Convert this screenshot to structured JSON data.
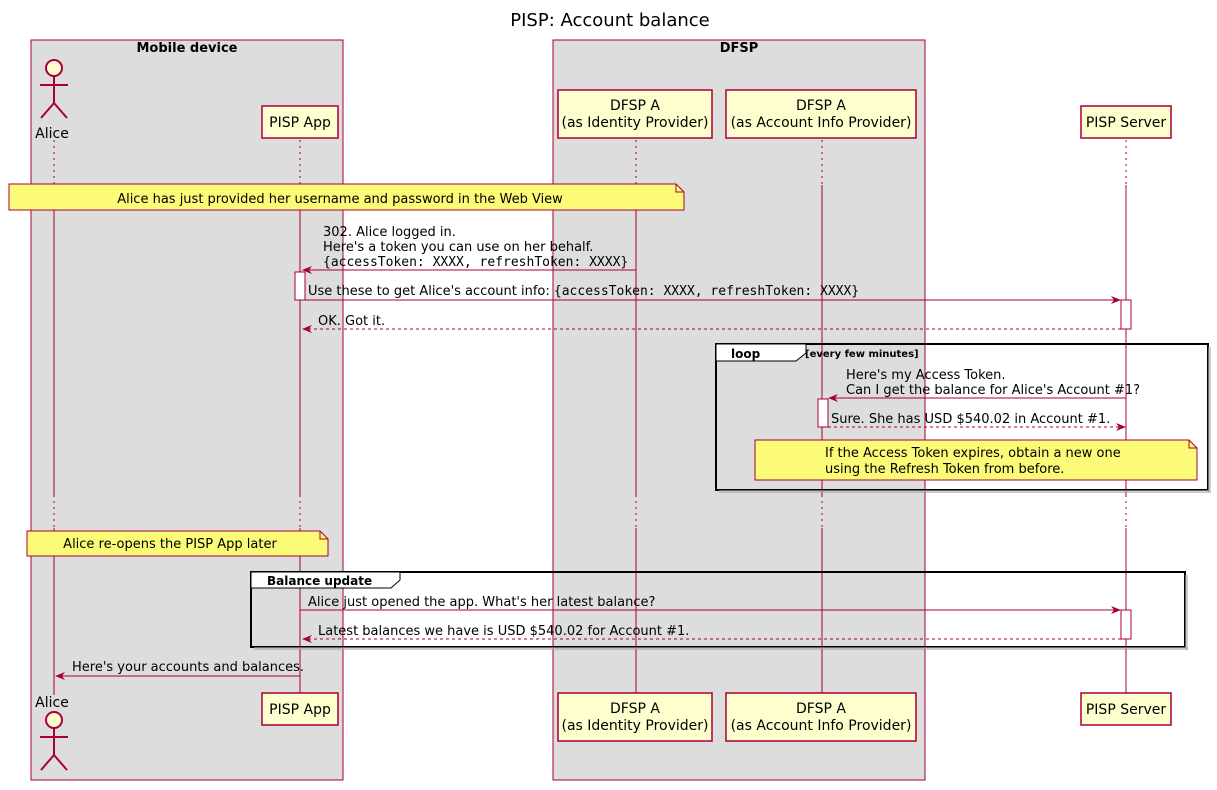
{
  "title": "PISP: Account balance",
  "boxes": {
    "mobile": "Mobile device",
    "dfsp": "DFSP"
  },
  "participants": {
    "alice": "Alice",
    "pisp_app": "PISP App",
    "idp_line1": "DFSP A",
    "idp_line2": "(as Identity Provider)",
    "aip_line1": "DFSP A",
    "aip_line2": "(as Account Info Provider)",
    "pisp_server": "PISP Server"
  },
  "notes": {
    "username": "Alice has just provided her username and password in the Web View",
    "refresh_line1": "If the Access Token expires, obtain a new one",
    "refresh_line2": "using the Refresh Token from before.",
    "reopen": "Alice re-opens the PISP App later"
  },
  "messages": {
    "m1_line1": "302. Alice logged in.",
    "m1_line2": "Here's a token you can use on her behalf.",
    "m1_line3": "{accessToken: XXXX, refreshToken: XXXX}",
    "m2_prefix": "Use these to get Alice's account info: ",
    "m2_code": "{accessToken: XXXX, refreshToken: XXXX}",
    "m3": "OK. Got it.",
    "m4_line1": "Here's my Access Token.",
    "m4_line2": "Can I get the balance for Alice's Account #1?",
    "m5": "Sure. She has USD $540.02 in Account #1.",
    "m6": "Alice just opened the app. What's her latest balance?",
    "m7": "Latest balances we have is USD $540.02 for Account #1.",
    "m8": "Here's your accounts and balances."
  },
  "frames": {
    "loop_keyword": "loop",
    "loop_guard": "[every few minutes]",
    "balance_update": "Balance update"
  },
  "colors": {
    "line": "#A80036",
    "participant_fill": "#FEFECE",
    "note_fill": "#FBFB77",
    "box_fill": "#DDDDDD"
  }
}
